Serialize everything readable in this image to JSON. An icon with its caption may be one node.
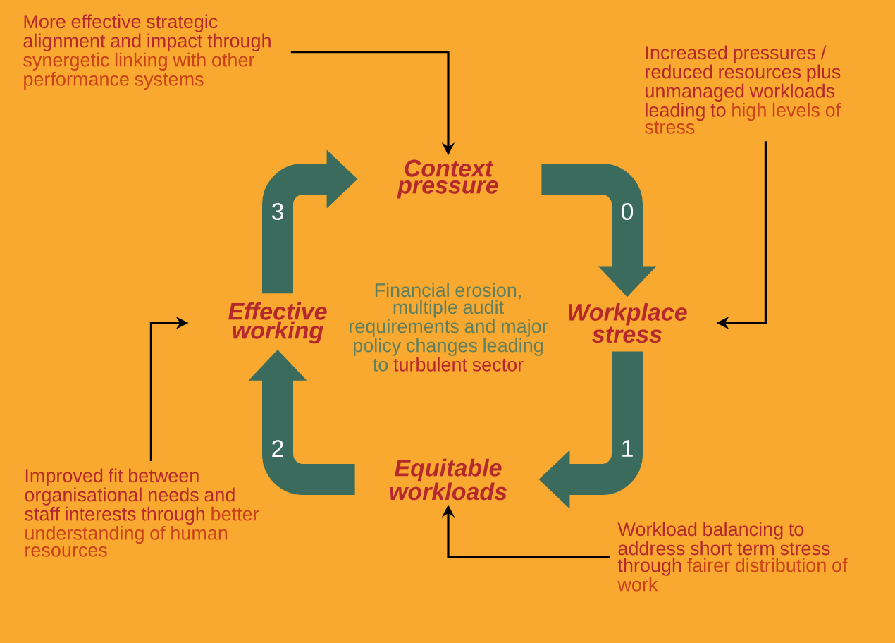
{
  "diagram": {
    "nodes": [
      {
        "text": [
          "Context pressure"
        ]
      },
      {
        "text": [
          "Workplace stress"
        ]
      },
      {
        "text": [
          "Equitable workloads"
        ]
      },
      {
        "text": [
          "Effective working"
        ]
      },
      {
        "text": [
          "More effective strategic alignment and impact through",
          "synergetic linking with other performance systems"
        ]
      },
      {
        "text": [
          "Increased pressures / reduced resources plus unmanaged workloads leading to",
          "high levels of stress"
        ]
      },
      {
        "text": [
          "Workload balancing to address short term stress through",
          "fairer distribution of work"
        ]
      },
      {
        "text": [
          "Improved fit between organisational needs and staff interests through",
          "better understanding of human resources"
        ]
      }
    ],
    "edges": [
      {
        "from": 0,
        "to": 1,
        "arrow": "to",
        "label": "0",
        "style": "thick",
        "color": "#3a6b5c"
      },
      {
        "from": 1,
        "to": 2,
        "arrow": "to",
        "label": "1",
        "style": "thick",
        "color": "#3a6b5c"
      },
      {
        "from": 2,
        "to": 3,
        "arrow": "to",
        "label": "2",
        "style": "thick",
        "color": "#3a6b5c"
      },
      {
        "from": 3,
        "to": 0,
        "arrow": "to",
        "label": "3",
        "style": "thick",
        "color": "#3a6b5c"
      },
      {
        "from": 4,
        "to": 0,
        "arrow": "to",
        "color": "#000000"
      },
      {
        "from": 5,
        "to": 1,
        "arrow": "to",
        "color": "#000000"
      },
      {
        "from": 6,
        "to": 2,
        "arrow": "to",
        "color": "#000000"
      },
      {
        "from": 7,
        "to": 3,
        "arrow": "to",
        "color": "#000000"
      }
    ],
    "labels": [
      "Financial erosion, multiple audit requirements and major policy changes leading to",
      "turbulent sector"
    ]
  }
}
